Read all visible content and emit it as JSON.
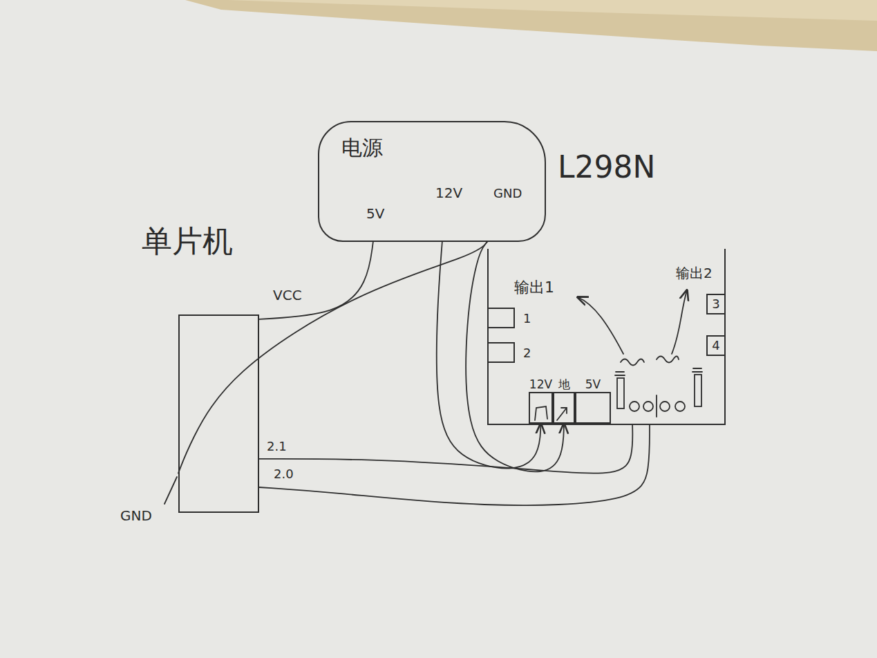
{
  "diagram": {
    "nodes": [
      {
        "text": [
          "电源"
        ]
      },
      {
        "text": [
          "单片机"
        ]
      },
      {
        "text": [
          "L298N"
        ]
      },
      {
        "text": [
          "1"
        ],
        "in": 2
      },
      {
        "text": [
          "2"
        ],
        "in": 2
      },
      {
        "text": [
          "3"
        ],
        "in": 2
      },
      {
        "text": [
          "4"
        ],
        "in": 2
      },
      {
        "text": [
          "12V"
        ],
        "in": 2
      },
      {
        "text": [
          "地"
        ],
        "in": 2
      },
      {
        "text": [
          "5V"
        ],
        "in": 2
      }
    ],
    "edges": [
      {
        "from": 0,
        "to": 1,
        "arrow": "none"
      },
      {
        "from": 0,
        "to": 7,
        "arrow": "to"
      },
      {
        "from": 0,
        "to": 8,
        "arrow": "to"
      },
      {
        "from": 0,
        "to": 1,
        "arrow": "none"
      },
      {
        "from": 1,
        "to": 2,
        "arrow": "none"
      },
      {
        "from": 1,
        "to": 2,
        "arrow": "none"
      }
    ],
    "labels": [
      "5V",
      "12V",
      "GND",
      "VCC",
      "2.1",
      "2.0",
      "GND",
      "输出1",
      "输出2"
    ]
  }
}
